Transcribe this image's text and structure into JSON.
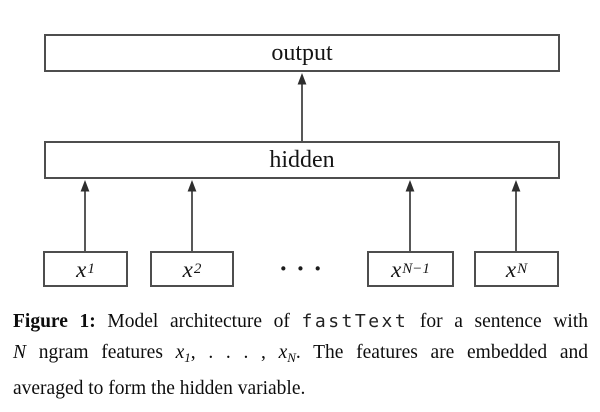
{
  "figure": {
    "type": "diagram",
    "description_domain": "model-architecture-figure",
    "nodes": {
      "output_label": "output",
      "hidden_label": "hidden",
      "inputs": [
        {
          "base": "x",
          "sub": "1"
        },
        {
          "base": "x",
          "sub": "2"
        },
        {
          "base": "x",
          "sub": "N−1"
        },
        {
          "base": "x",
          "sub": "N"
        }
      ],
      "ellipsis": "· · ·"
    },
    "edges": [
      "hidden → output",
      "x1 → hidden",
      "x2 → hidden",
      "xN-1 → hidden",
      "xN → hidden"
    ],
    "colors": {
      "background": "#ffffff",
      "box_border": "#4e4e4e",
      "arrow": "#3a3a3a",
      "text": "#111111"
    }
  },
  "caption": {
    "label": "Figure 1:",
    "line1_a": " Model architecture of ",
    "line1_mono": "fastText",
    "line1_b": " for a sentence with",
    "line2_N": "N",
    "line2_a": " ngram features ",
    "line2_x1_base": "x",
    "line2_x1_sub": "1",
    "line2_dots": ", . . . , ",
    "line2_xN_base": "x",
    "line2_xN_sub": "N",
    "line2_b": ". The features are embedded and",
    "line3": "averaged to form the hidden variable."
  }
}
